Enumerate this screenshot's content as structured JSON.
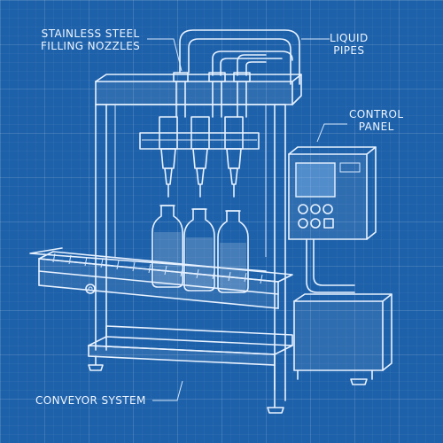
{
  "labels": {
    "nozzles_line1": "STAINLESS STEEL",
    "nozzles_line2": "FILLING NOZZLES",
    "pipes_line1": "LIQUID",
    "pipes_line2": "PIPES",
    "panel_line1": "CONTROL",
    "panel_line2": "PANEL",
    "conveyor": "CONVEYOR SYSTEM"
  },
  "colors": {
    "background": "#1d61aa",
    "line": "#e8f2ff"
  }
}
